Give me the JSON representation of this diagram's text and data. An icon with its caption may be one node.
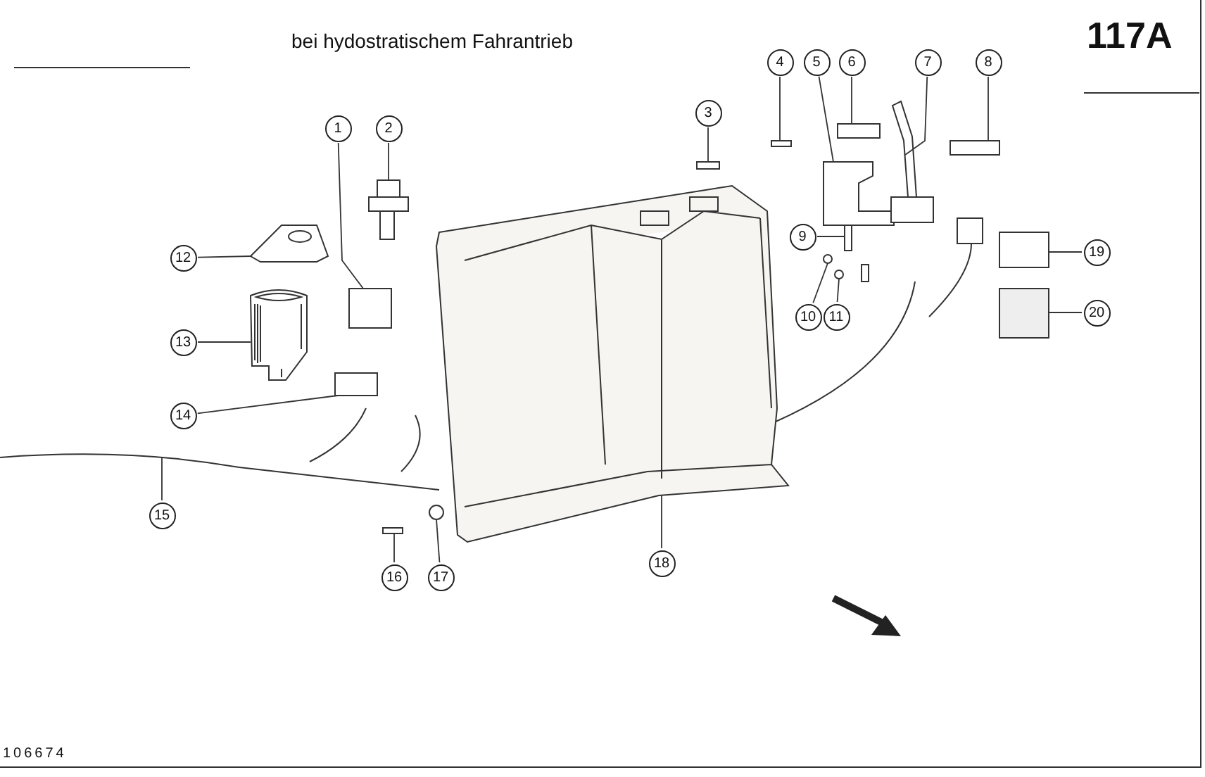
{
  "diagram": {
    "title": "bei hydostratischem Fahrantrieb",
    "nodes": [
      {
        "text": [
          "1"
        ]
      },
      {
        "text": [
          "2"
        ]
      },
      {
        "text": [
          "3"
        ]
      },
      {
        "text": [
          "4"
        ]
      },
      {
        "text": [
          "5"
        ]
      },
      {
        "text": [
          "6"
        ]
      },
      {
        "text": [
          "7"
        ]
      },
      {
        "text": [
          "8"
        ]
      },
      {
        "text": [
          "9"
        ]
      },
      {
        "text": [
          "10"
        ]
      },
      {
        "text": [
          "11"
        ]
      },
      {
        "text": [
          "12"
        ]
      },
      {
        "text": [
          "13"
        ]
      },
      {
        "text": [
          "14"
        ]
      },
      {
        "text": [
          "15"
        ]
      },
      {
        "text": [
          "16"
        ]
      },
      {
        "text": [
          "17"
        ]
      },
      {
        "text": [
          "18"
        ]
      },
      {
        "text": [
          "19"
        ]
      },
      {
        "text": [
          "20"
        ]
      },
      {
        "text": [],
        "shape": "box"
      },
      {
        "text": [],
        "shape": "picture"
      },
      {
        "text": [],
        "shape": "box"
      },
      {
        "text": [],
        "shape": "box"
      },
      {
        "text": [],
        "shape": "picture"
      },
      {
        "text": [],
        "shape": "box"
      },
      {
        "text": [],
        "shape": "picture"
      },
      {
        "text": [],
        "shape": "box"
      },
      {
        "text": [],
        "shape": "box"
      },
      {
        "text": [],
        "shape": "circle"
      },
      {
        "text": [],
        "shape": "circle"
      },
      {
        "text": [],
        "shape": "picture"
      },
      {
        "text": [],
        "shape": "picture"
      },
      {
        "text": [],
        "shape": "box"
      },
      {
        "text": [],
        "shape": "picture"
      },
      {
        "text": [],
        "shape": "box"
      },
      {
        "text": [],
        "shape": "circle"
      },
      {
        "text": [],
        "shape": "picture"
      },
      {
        "text": [],
        "shape": "box"
      },
      {
        "text": [],
        "shape": "box"
      }
    ],
    "edges": [
      {
        "from": 0,
        "to": 20,
        "arrow": "none"
      },
      {
        "from": 1,
        "to": 21,
        "arrow": "none"
      },
      {
        "from": 2,
        "to": 22,
        "arrow": "none"
      },
      {
        "from": 3,
        "to": 23,
        "arrow": "none"
      },
      {
        "from": 4,
        "to": 24,
        "arrow": "none"
      },
      {
        "from": 5,
        "to": 25,
        "arrow": "none"
      },
      {
        "from": 6,
        "to": 26,
        "arrow": "none"
      },
      {
        "from": 7,
        "to": 27,
        "arrow": "none"
      },
      {
        "from": 8,
        "to": 28,
        "arrow": "none"
      },
      {
        "from": 9,
        "to": 29,
        "arrow": "none"
      },
      {
        "from": 10,
        "to": 30,
        "arrow": "none"
      },
      {
        "from": 11,
        "to": 31,
        "arrow": "none"
      },
      {
        "from": 12,
        "to": 32,
        "arrow": "none"
      },
      {
        "from": 13,
        "to": 33,
        "arrow": "none"
      },
      {
        "from": 14,
        "to": 34,
        "arrow": "none"
      },
      {
        "from": 15,
        "to": 35,
        "arrow": "none"
      },
      {
        "from": 16,
        "to": 36,
        "arrow": "none"
      },
      {
        "from": 17,
        "to": 37,
        "arrow": "none"
      },
      {
        "from": 18,
        "to": 38,
        "arrow": "none"
      },
      {
        "from": 19,
        "to": 39,
        "arrow": "none"
      }
    ],
    "labels": [
      "117A",
      "106674"
    ]
  }
}
